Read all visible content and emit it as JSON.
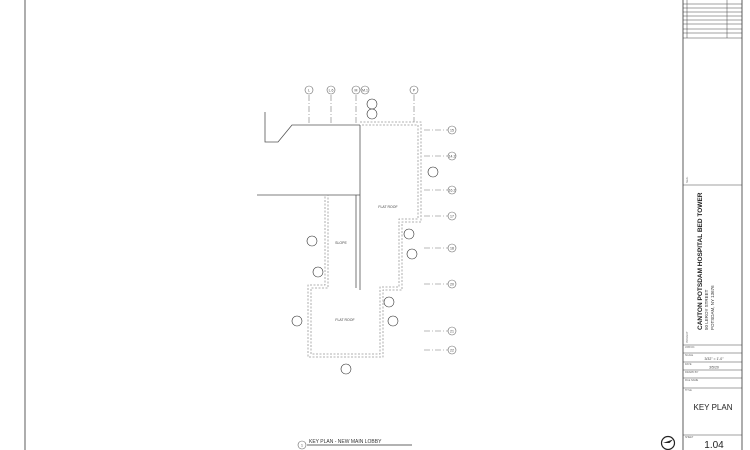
{
  "drawing": {
    "grid_top": [
      "L",
      "L.6",
      "M",
      "M.1",
      "P"
    ],
    "grid_right": [
      "15",
      "14.2",
      "16.2",
      "17",
      "18",
      "20",
      "21",
      "22"
    ],
    "room_labels": [
      "FLAT ROOF",
      "SLOPE",
      "FLAT ROOF"
    ],
    "view_title_number": "1",
    "view_title": "KEY PLAN - NEW MAIN LOBBY"
  },
  "title_block": {
    "seal_label": "SEAL",
    "project_label": "PROJECT",
    "project_name": "CANTON POTSDAM HOSPITAL BED TOWER",
    "address_line1": "50 LEROY STREET",
    "address_line2": "POTSDAM, NY 13676",
    "job_no_label": "JOB NO.",
    "scale_label": "SCALE",
    "scale_value": "3/32\" = 1'-0\"",
    "date_label": "DATE",
    "date_value": "3/5/20",
    "drawn_by_label": "DRAWN BY",
    "file_name_label": "FILE NAME",
    "title_label": "TITLE",
    "sheet_title": "KEY PLAN",
    "sheet_label": "SHEET",
    "sheet_number": "1.04"
  }
}
